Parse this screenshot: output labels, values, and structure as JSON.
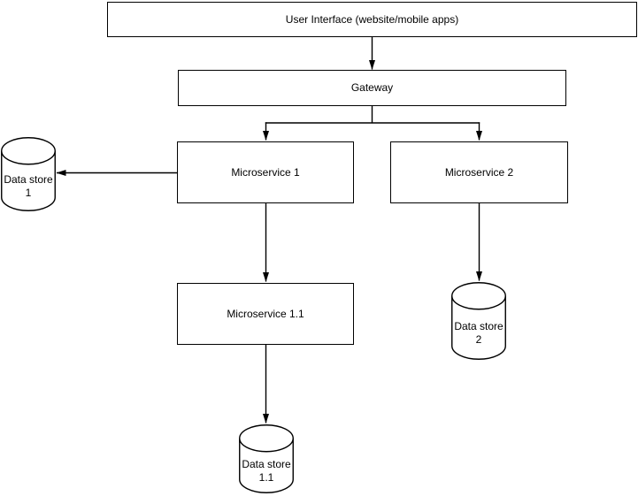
{
  "diagram": {
    "type": "flowchart-architecture-diagram",
    "nodes": {
      "user_interface": {
        "label": "User Interface (website/mobile apps)",
        "shape": "rectangle"
      },
      "gateway": {
        "label": "Gateway",
        "shape": "rectangle"
      },
      "microservice1": {
        "label": "Microservice 1",
        "shape": "rectangle"
      },
      "microservice2": {
        "label": "Microservice 2",
        "shape": "rectangle"
      },
      "microservice11": {
        "label": "Microservice 1.1",
        "shape": "rectangle"
      },
      "datastore1": {
        "label_line1": "Data store",
        "label_line2": "1",
        "shape": "cylinder"
      },
      "datastore2": {
        "label_line1": "Data store",
        "label_line2": "2",
        "shape": "cylinder"
      },
      "datastore11": {
        "label_line1": "Data store",
        "label_line2": "1.1",
        "shape": "cylinder"
      }
    },
    "edges": [
      {
        "from": "user_interface",
        "to": "gateway"
      },
      {
        "from": "gateway",
        "to": "microservice1"
      },
      {
        "from": "gateway",
        "to": "microservice2"
      },
      {
        "from": "microservice1",
        "to": "datastore1"
      },
      {
        "from": "microservice1",
        "to": "microservice11"
      },
      {
        "from": "microservice11",
        "to": "datastore11"
      },
      {
        "from": "microservice2",
        "to": "datastore2"
      }
    ],
    "colors": {
      "stroke": "#000000",
      "node_fill": "#ffffff",
      "background": "#ffffff",
      "text": "#000000"
    }
  }
}
